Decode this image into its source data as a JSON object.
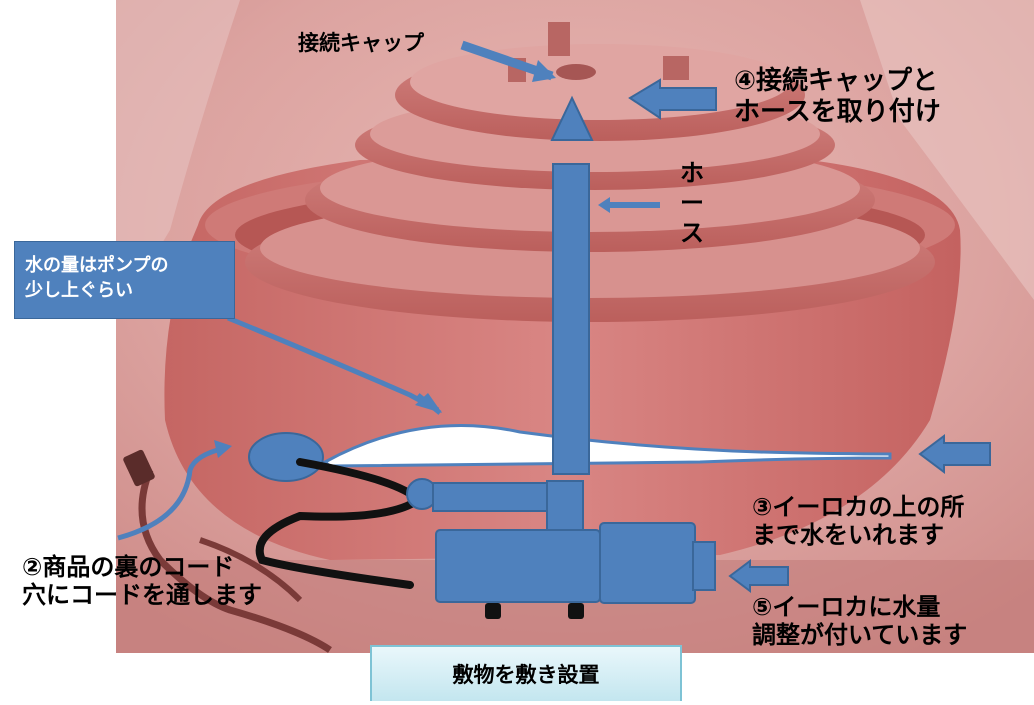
{
  "labels": {
    "connection_cap": "接続キャップ",
    "step4_line1": "④接続キャップと",
    "step4_line2": "ホースを取り付け",
    "hose_chars": [
      "ホ",
      "ー",
      "ス"
    ],
    "water_level_line1": "水の量はポンプの",
    "water_level_line2": "少し上ぐらい",
    "step3_line1": "③イーロカの上の所",
    "step3_line2": "まで水をいれます",
    "step2_line1": "②商品の裏のコード",
    "step2_line2": "穴にコードを通します",
    "step5_line1": "⑤イーロカに水量",
    "step5_line2": "調整が付いています",
    "floor_mat": "敷物を敷き設置"
  },
  "colors": {
    "photo_tint": "#c96a6a",
    "accent_blue": "#4f81bd",
    "accent_blue_dark": "#3a679a",
    "pump_black": "#111111",
    "floor_box": "#d5eef5"
  },
  "icons": [
    "arrow-left-icon",
    "arrow-up-icon",
    "arrow-down-right-icon",
    "curved-arrow-icon"
  ]
}
